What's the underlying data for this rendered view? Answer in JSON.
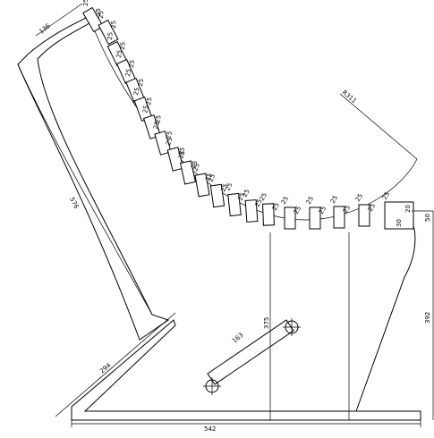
{
  "dimensions": {
    "seat_top": "136",
    "back_length": "576",
    "front_leg": "294",
    "arc_radius": "R311",
    "base_width": "542",
    "height": "392",
    "link": "163",
    "link_offset": "375",
    "end_a": "30",
    "end_b": "20",
    "end_c": "50"
  },
  "slat_label": "25"
}
